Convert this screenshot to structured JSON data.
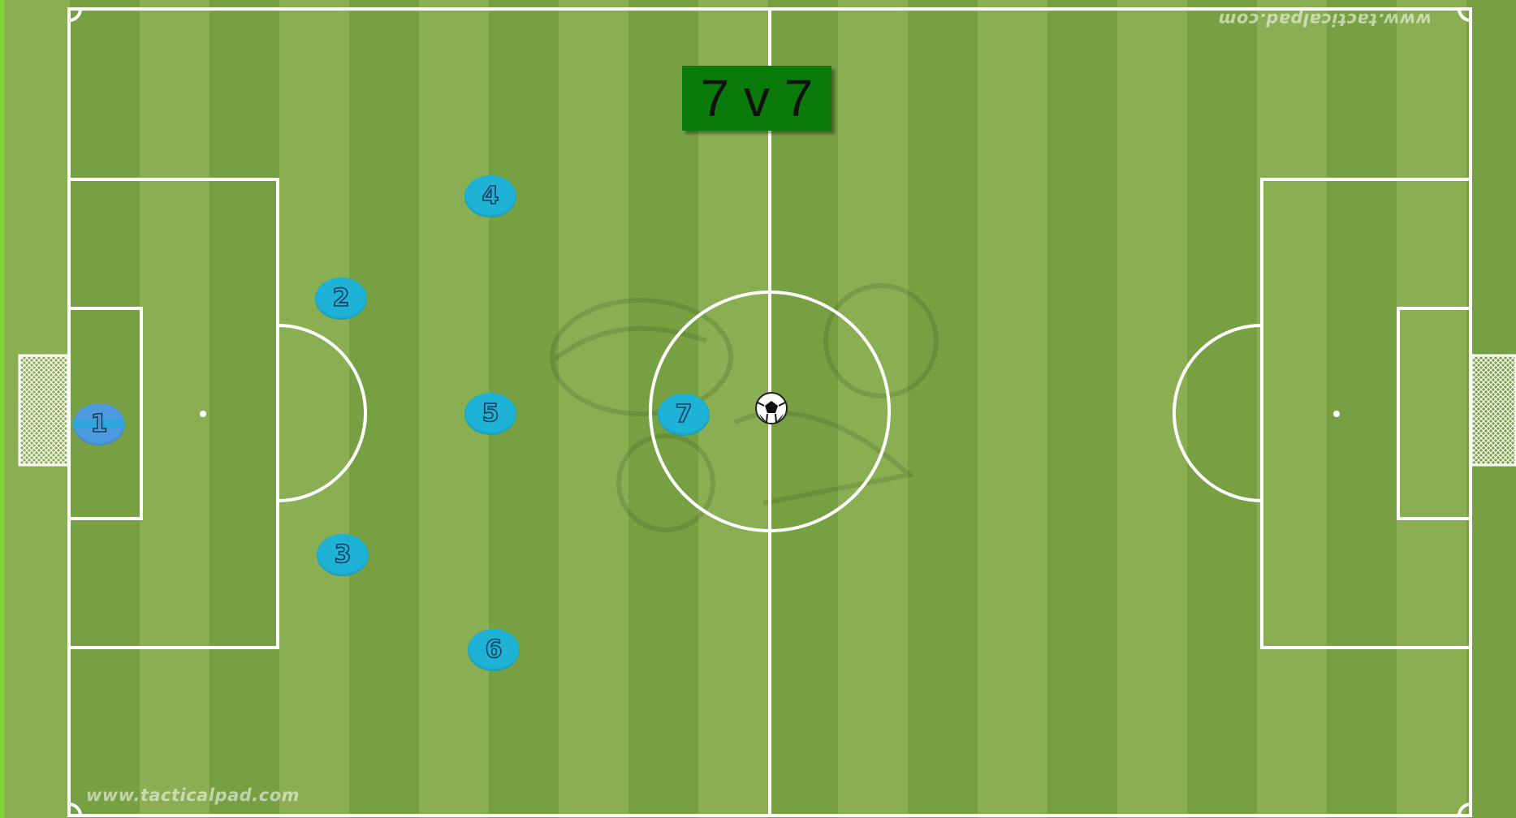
{
  "title": "7 v 7",
  "watermark": "www.tacticalpad.com",
  "colors": {
    "stripe_light": "#8aae52",
    "stripe_dark": "#76a041",
    "line": "#ffffff",
    "player": "#1eb3d6",
    "goalkeeper": "#4e9be0",
    "title_bg": "#0a7a0a"
  },
  "players": [
    {
      "number": "1",
      "role": "goalkeeper"
    },
    {
      "number": "2",
      "role": "outfield"
    },
    {
      "number": "3",
      "role": "outfield"
    },
    {
      "number": "4",
      "role": "outfield"
    },
    {
      "number": "5",
      "role": "outfield"
    },
    {
      "number": "6",
      "role": "outfield"
    },
    {
      "number": "7",
      "role": "outfield"
    }
  ],
  "icons": [
    "goal-net-icon",
    "soccer-ball-icon",
    "player-token-icon"
  ]
}
